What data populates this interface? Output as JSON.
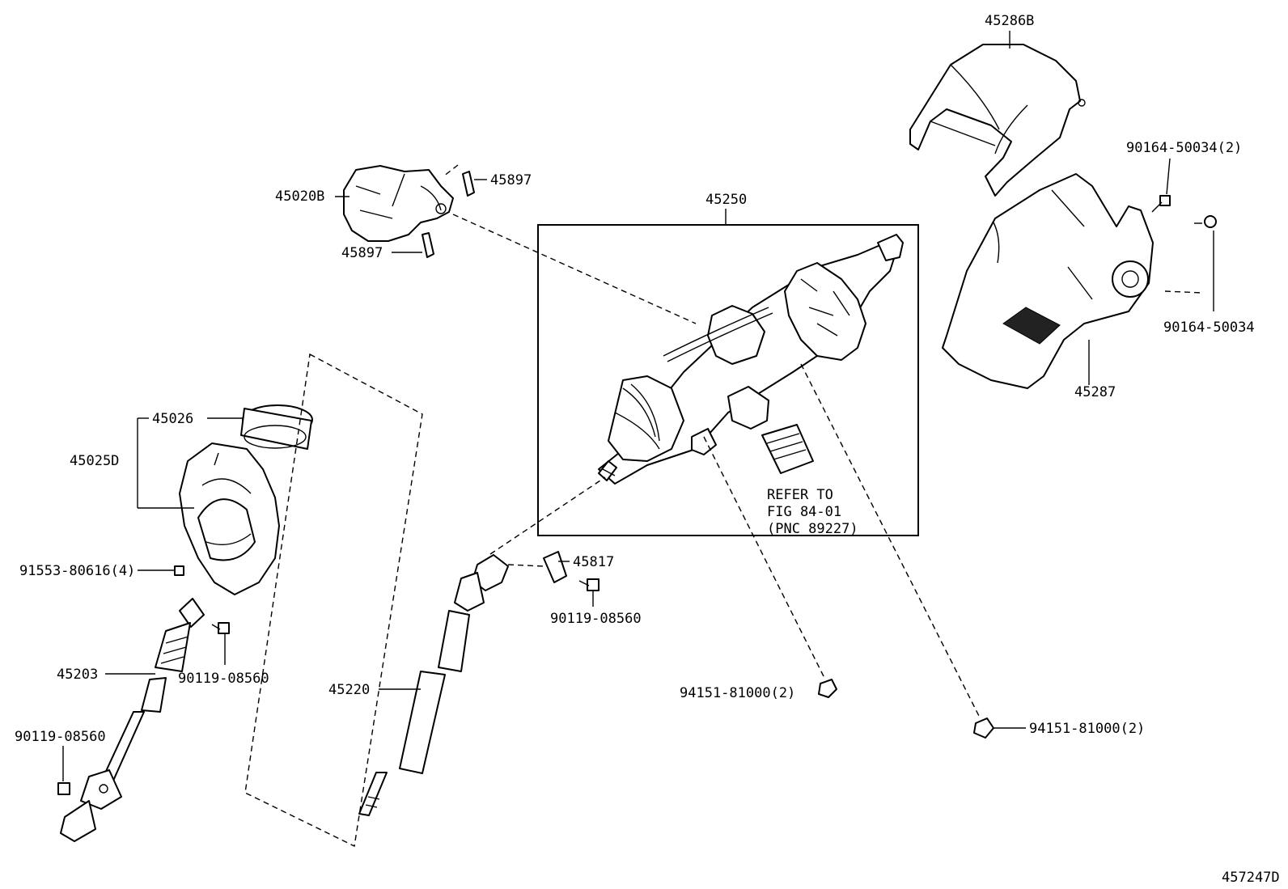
{
  "figure_id": "457247D",
  "parts": {
    "p45286B": "45286B",
    "p90164_50034_2": "90164-50034(2)",
    "p90164_50034": "90164-50034",
    "p45287": "45287",
    "p45020B": "45020B",
    "p45897_a": "45897",
    "p45897_b": "45897",
    "p45250": "45250",
    "p45026": "45026",
    "p45025D": "45025D",
    "p91553": "91553-80616(4)",
    "p45203": "45203",
    "p90119_a": "90119-08560",
    "p90119_b": "90119-08560",
    "p90119_c": "90119-08560",
    "p45220": "45220",
    "p45817": "45817",
    "p94151_a": "94151-81000(2)",
    "p94151_b": "94151-81000(2)"
  },
  "refer_note": {
    "line1": "REFER TO",
    "line2": "FIG 84-01",
    "line3": "(PNC 89227)"
  }
}
